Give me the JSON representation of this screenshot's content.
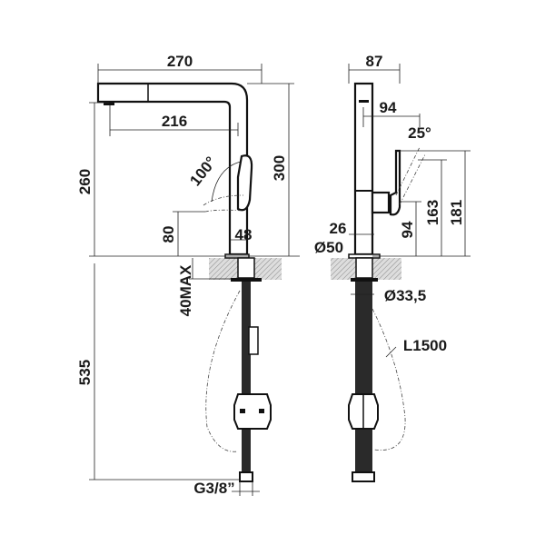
{
  "front_view": {
    "width_total": "270",
    "spout_reach": "216",
    "height_spout": "260",
    "height_total": "300",
    "handle_angle": "100°",
    "handle_height": "80",
    "body_diameter": "48",
    "counter_thickness": "40MAX",
    "hose_drop": "535",
    "connection_thread": "G3/8”"
  },
  "side_view": {
    "depth": "87",
    "handle_offset": "94",
    "handle_angle": "25°",
    "handle_pivot_height": "94",
    "handle_height_low": "163",
    "handle_height_high": "181",
    "base_step": "26",
    "base_diameter": "Ø50",
    "hose_diameter": "Ø33,5",
    "hose_length": "L1500"
  }
}
